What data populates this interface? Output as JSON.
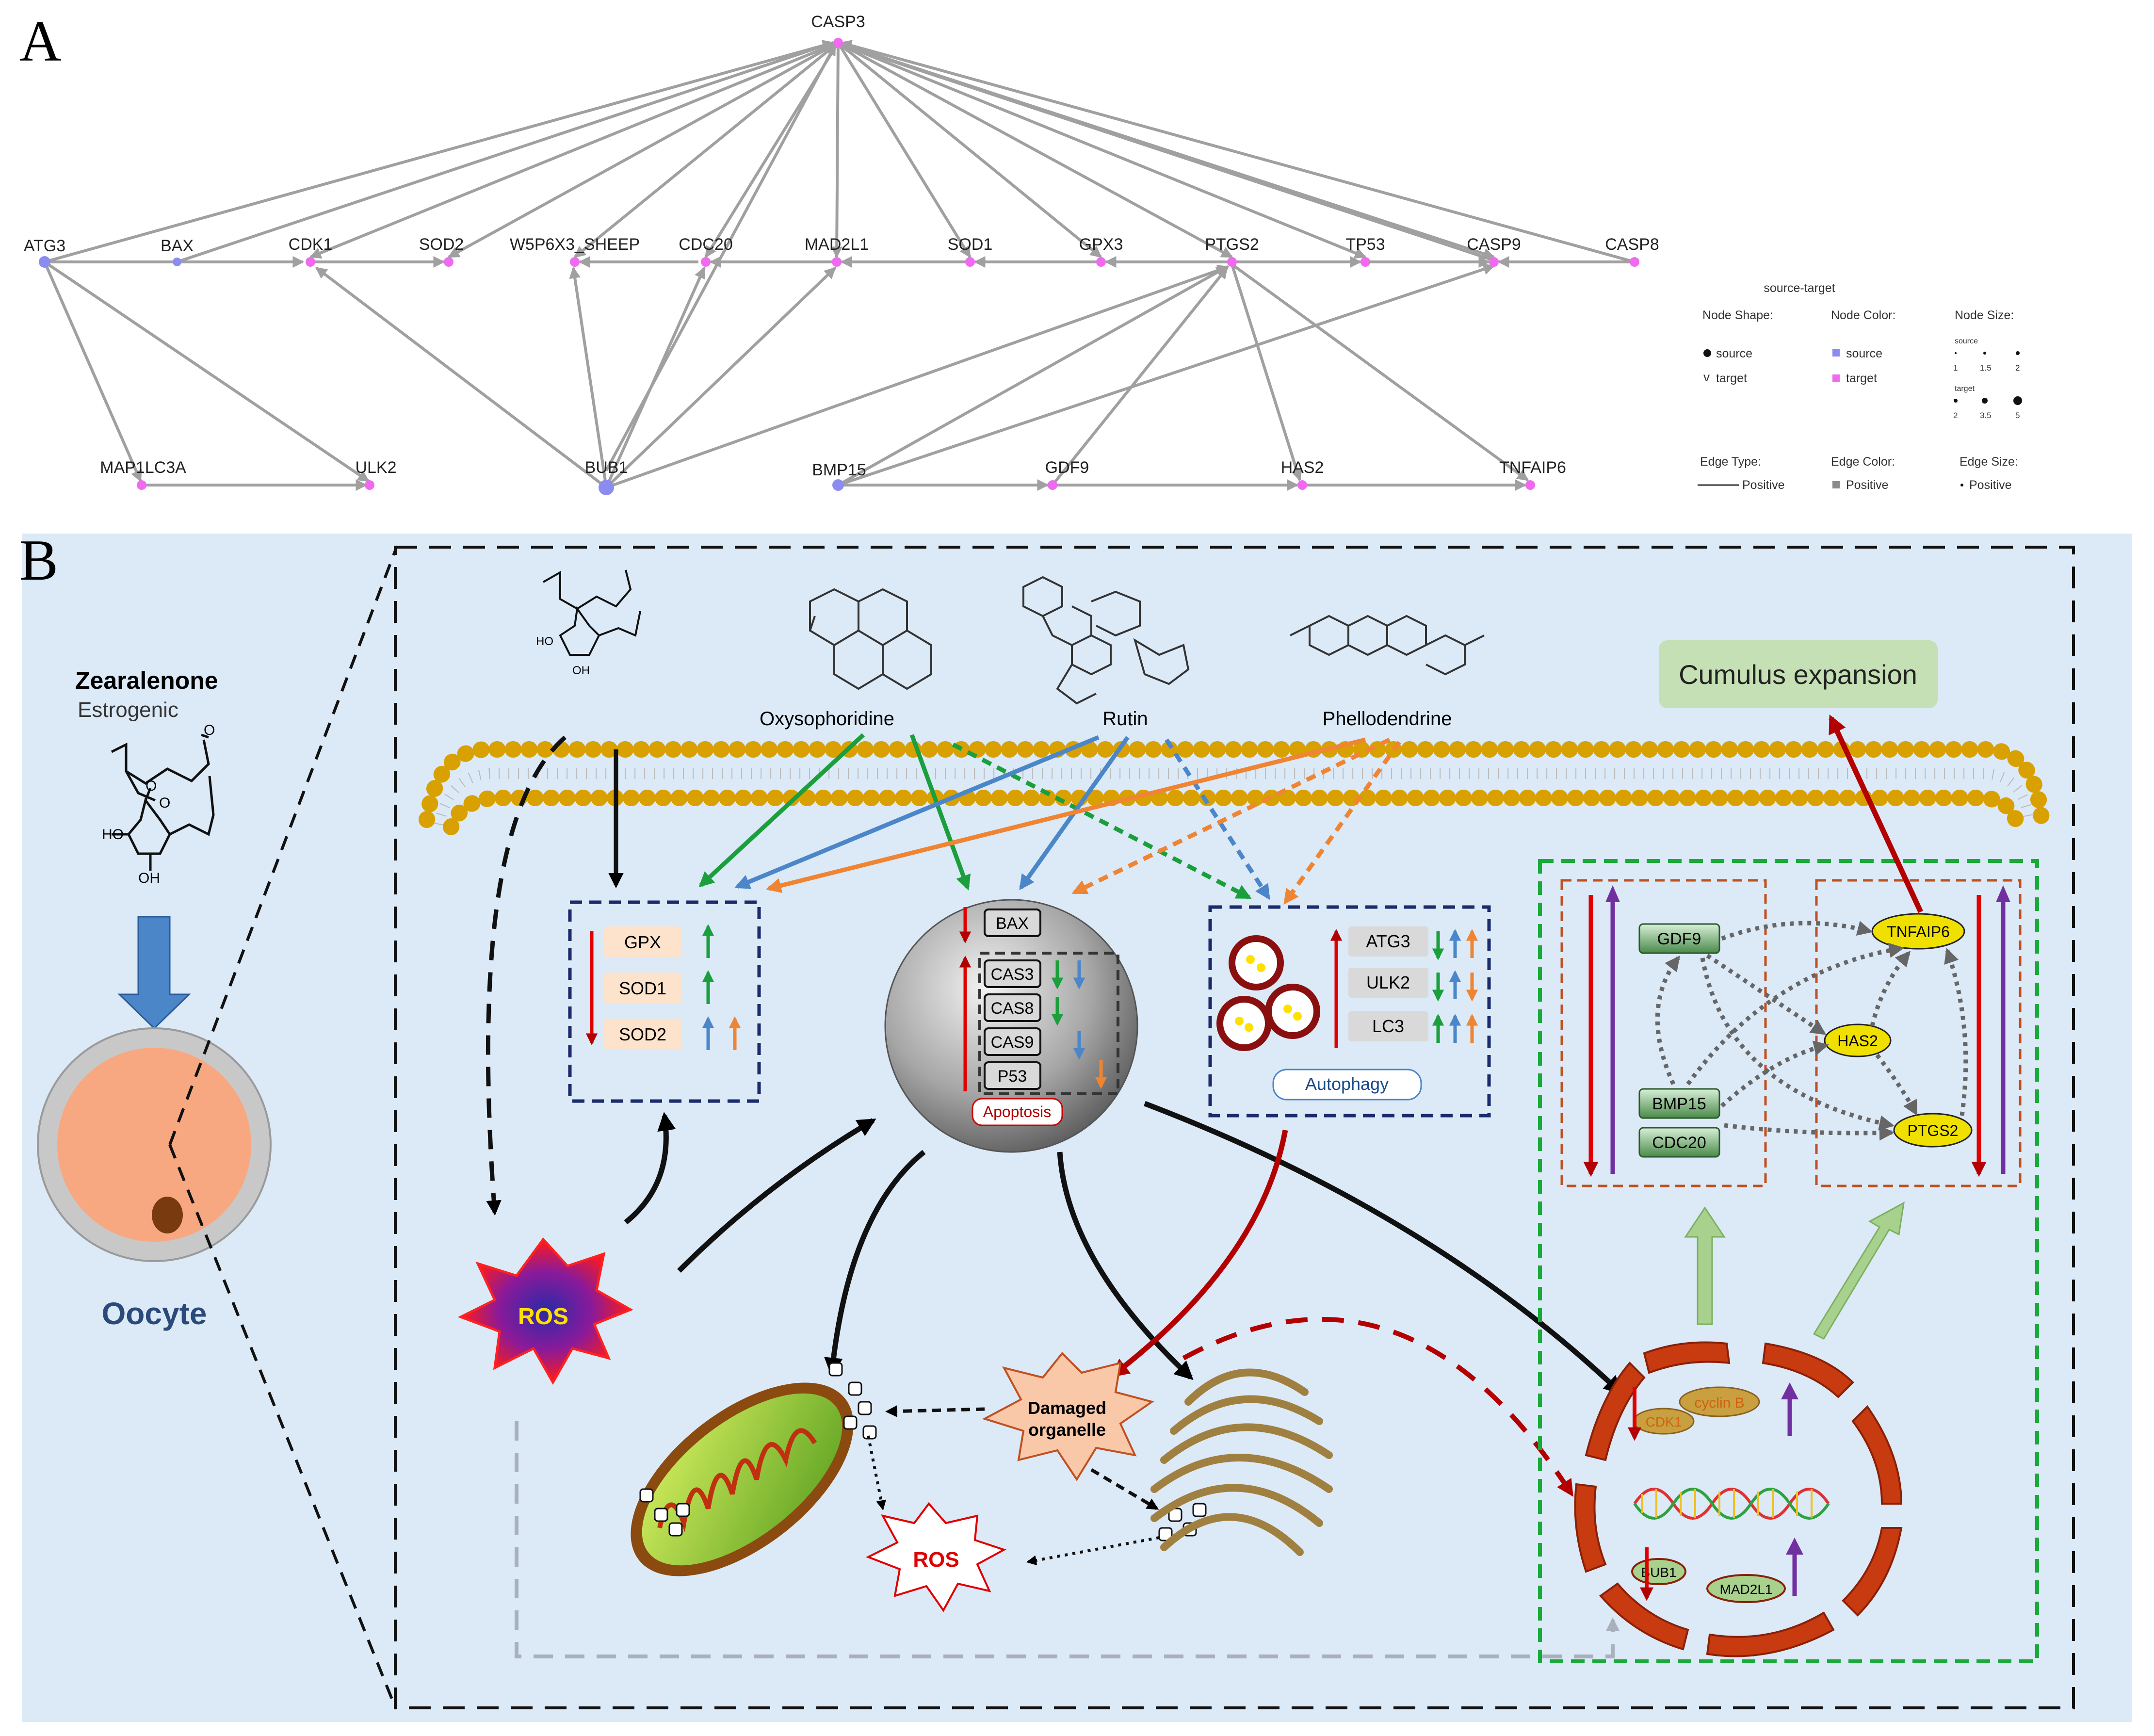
{
  "panel_a": {
    "label": "A",
    "nodes": {
      "casp3": "CASP3",
      "atg3": "ATG3",
      "bax": "BAX",
      "cdk1": "CDK1",
      "sod2": "SOD2",
      "w5p6x3": "W5P6X3_SHEEP",
      "cdc20": "CDC20",
      "mad2l1": "MAD2L1",
      "sod1": "SOD1",
      "gpx3": "GPX3",
      "ptgs2": "PTGS2",
      "tp53": "TP53",
      "casp9": "CASP9",
      "casp8": "CASP8",
      "map1lc3a": "MAP1LC3A",
      "ulk2": "ULK2",
      "bub1": "BUB1",
      "bmp15": "BMP15",
      "gdf9": "GDF9",
      "has2": "HAS2",
      "tnfaip6": "TNFAIP6"
    },
    "legend": {
      "title": "source-target",
      "node_shape_title": "Node Shape:",
      "node_color_title": "Node Color:",
      "node_size_title": "Node Size:",
      "shape_source": "source",
      "shape_target": "target",
      "color_source": "source",
      "color_target": "target",
      "size_source_label": "source",
      "size_source_ticks": [
        "1",
        "1.5",
        "2"
      ],
      "size_target_label": "target",
      "size_target_ticks": [
        "2",
        "3.5",
        "5"
      ],
      "edge_type_title": "Edge Type:",
      "edge_color_title": "Edge Color:",
      "edge_size_title": "Edge Size:",
      "edge_type_value": "Positive",
      "edge_color_value": "Positive",
      "edge_size_value": "Positive"
    },
    "colors": {
      "source": "#8c8cf0",
      "target": "#f06af0",
      "edge": "#a0a0a0"
    }
  },
  "panel_b": {
    "label": "B",
    "zearalenone": "Zearalenone",
    "estrogenic": "Estrogenic",
    "oocyte": "Oocyte",
    "compounds": {
      "oxysophoridine": "Oxysophoridine",
      "rutin": "Rutin",
      "phellodendrine": "Phellodendrine"
    },
    "cumulus": "Cumulus expansion",
    "antioxidant_genes": [
      "GPX",
      "SOD1",
      "SOD2"
    ],
    "apoptosis_genes": {
      "bax": "BAX",
      "inner": [
        "CAS3",
        "CAS8",
        "CAS9",
        "P53"
      ],
      "label": "Apoptosis"
    },
    "autophagy_genes": {
      "items": [
        "ATG3",
        "ULK2",
        "LC3"
      ],
      "label": "Autophagy"
    },
    "ros_main": "ROS",
    "ros_secondary": "ROS",
    "damaged": [
      "Damaged",
      "organelle"
    ],
    "granulosa": {
      "gdf9": "GDF9",
      "bmp15": "BMP15",
      "cdc20": "CDC20",
      "tnfaip6": "TNFAIP6",
      "has2": "HAS2",
      "ptgs2": "PTGS2"
    },
    "nucleus": {
      "cyclin": "cyclin B",
      "cdk1": "CDK1",
      "bub1": "BUB1",
      "mad2l1": "MAD2L1"
    },
    "colors": {
      "background": "#dce9f7",
      "green": "#1a9f3c",
      "blue": "#4a86c8",
      "orange": "#ef8433",
      "red": "#e00000",
      "purple": "#7030a0",
      "dark_red": "#b30000"
    }
  }
}
